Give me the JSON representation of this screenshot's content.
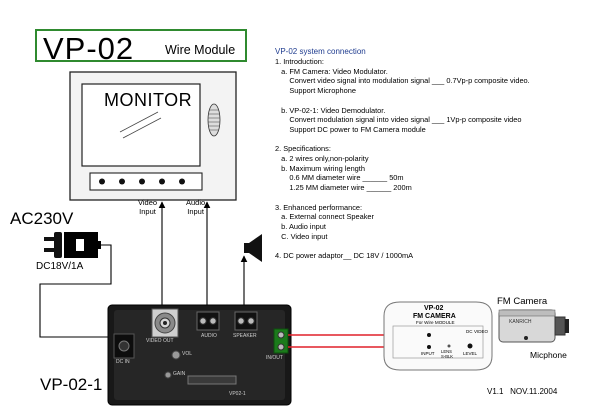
{
  "title": {
    "model": "VP-02",
    "subtitle": "Wire Module"
  },
  "monitor": {
    "label": "MONITOR"
  },
  "power": {
    "mains": "AC230V",
    "adaptor": "DC18V/1A"
  },
  "signals": {
    "video_input": "Video\nInput",
    "audio_input": "Audio\nInput"
  },
  "module_board": {
    "name": "VP-02-1",
    "labels": {
      "video_out": "VIDEO OUT",
      "audio": "AUDIO",
      "speaker": "SPEAKER",
      "dc_in": "DC IN",
      "in_out": "IN/OUT",
      "vol": "VOL",
      "gain": "GAIN",
      "board_id": "VP02-1"
    }
  },
  "fm_camera_module": {
    "line1": "VP-02",
    "line2": "FM CAMERA",
    "line3": "For Wire MODULE",
    "dc": "DC",
    "video": "VIDEO",
    "input": "INPUT",
    "lens": "LENS",
    "blk": "S-BLK",
    "level": "LEVEL"
  },
  "camera": {
    "title": "FM Camera",
    "brand": "KANRICH",
    "mic": "Micphone"
  },
  "info": {
    "heading": "VP-02 system connection",
    "lines": [
      "1. Introduction:",
      "   a. FM Camera: Video Modulator.",
      "       Convert video signal into modulation signal ___ 0.7Vp-p composite video.",
      "       Support Microphone",
      "",
      "   b. VP-02-1: Video Demodulator.",
      "       Convert modulation signal into video signal ___ 1Vp-p composite video",
      "       Support DC power to FM Camera module",
      "",
      "2. Specifications:",
      "   a. 2 wires only,non-polarity",
      "   b. Maximum wiring length",
      "       0.6 MM diameter wire ______ 50m",
      "       1.25 MM diameter wire ______ 200m",
      "",
      "3. Enhanced performance:",
      "   a. External connect Speaker",
      "   b. Audio input",
      "   C. Video input",
      "",
      "4. DC power adaptor__ DC 18V / 1000mA"
    ]
  },
  "version": "V1.1   NOV.11.2004",
  "colors": {
    "title_border": "#2f8a2f",
    "heading": "#1f3c8f",
    "wire": "#e0202a"
  }
}
